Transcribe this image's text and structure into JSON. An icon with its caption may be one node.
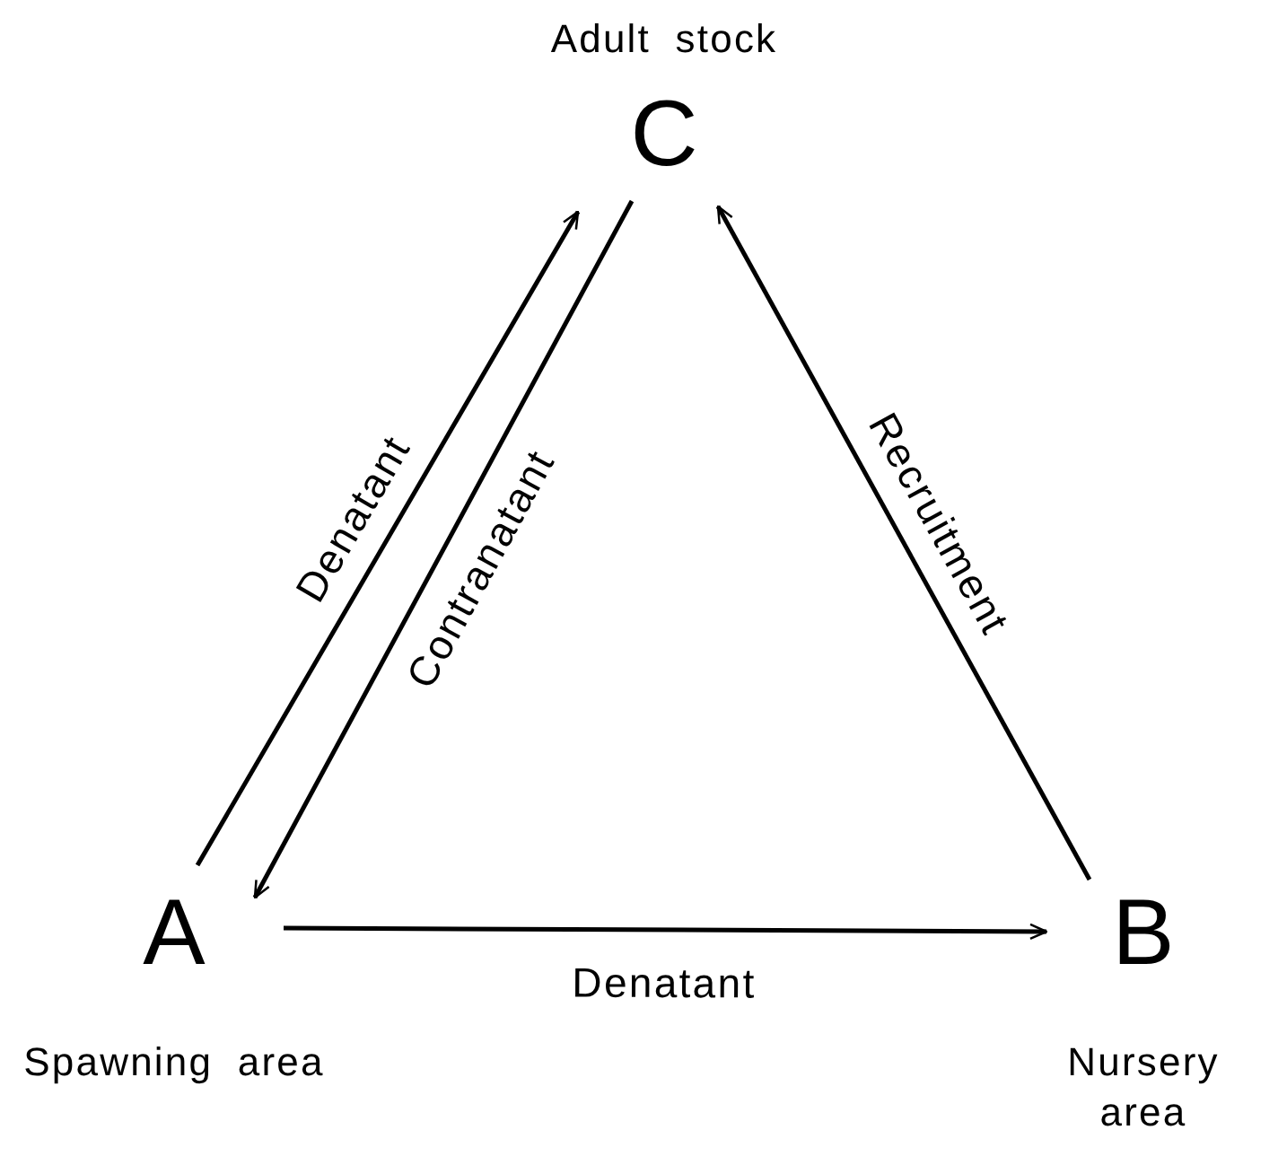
{
  "diagram": {
    "nodes": [
      {
        "text": [
          "C"
        ],
        "beside": [
          "Adult stock"
        ]
      },
      {
        "text": [
          "A"
        ],
        "beside": [
          "Spawning area"
        ]
      },
      {
        "text": [
          "B"
        ],
        "beside": [
          "Nursery area"
        ]
      }
    ],
    "edges": [
      {
        "from": 1,
        "to": 0,
        "arrow": "to",
        "label": "Denatant"
      },
      {
        "from": 0,
        "to": 1,
        "arrow": "to",
        "label": "Contranatant"
      },
      {
        "from": 1,
        "to": 2,
        "arrow": "to",
        "label": "Denatant"
      },
      {
        "from": 2,
        "to": 0,
        "arrow": "to",
        "label": "Recruitment"
      }
    ]
  }
}
